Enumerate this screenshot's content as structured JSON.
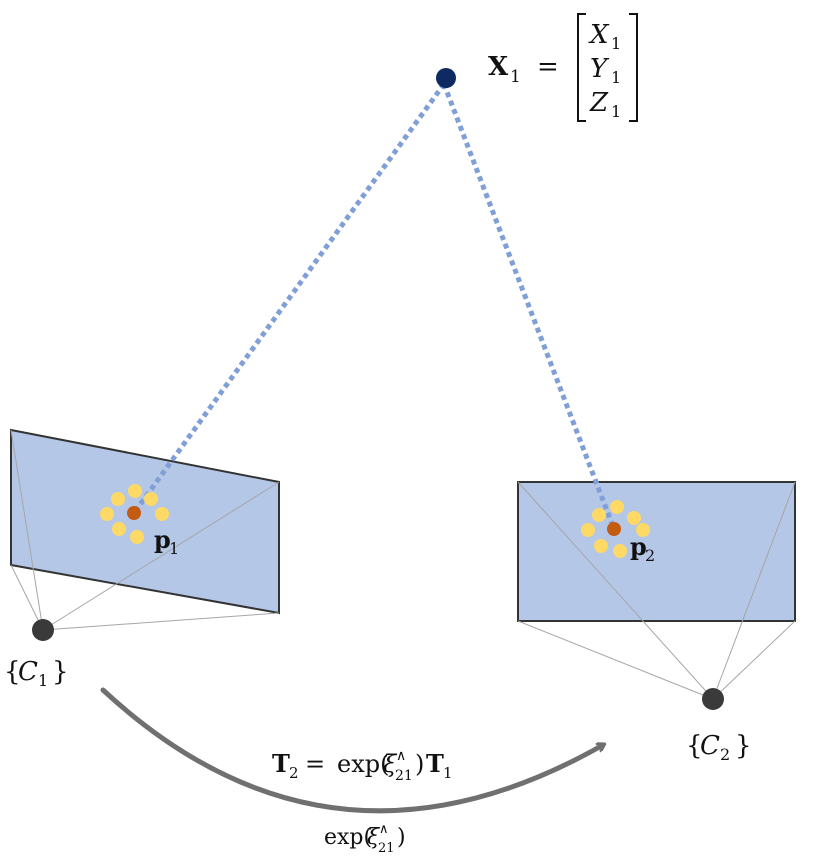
{
  "point": {
    "label": "X",
    "label_sub": "1",
    "equals": "=",
    "vector": [
      {
        "sym": "X",
        "sub": "1"
      },
      {
        "sym": "Y",
        "sub": "1"
      },
      {
        "sym": "Z",
        "sub": "1"
      }
    ]
  },
  "camera1": {
    "frame_open": "{",
    "sym": "C",
    "sub": "1",
    "frame_close": "}",
    "pixel_sym": "p",
    "pixel_sub": "1"
  },
  "camera2": {
    "frame_open": "{",
    "sym": "C",
    "sub": "2",
    "frame_close": "}",
    "pixel_sym": "p",
    "pixel_sub": "2"
  },
  "transform": {
    "lhs_sym": "T",
    "lhs_sub": "2",
    "equals": "=",
    "exp": "exp(",
    "xi": "ξ",
    "xi_sup": "∧",
    "xi_sub": "21",
    "close": ")",
    "rhs_sym": "T",
    "rhs_sub": "1"
  },
  "arc_label": {
    "exp": "exp(",
    "xi": "ξ",
    "xi_sup": "∧",
    "xi_sub": "21",
    "close": ")"
  },
  "colors": {
    "image_plane_fill": "#b4c7e7",
    "image_plane_stroke": "#333333",
    "ray": "#7f9fd6",
    "world_point": "#0d2a63",
    "camera_center": "#3a3a3a",
    "projected_pixel": "#c55a11",
    "neighbor_pixels": "#ffd966",
    "motion_arrow": "#707070",
    "frustum_lines": "#a6a6a6"
  }
}
